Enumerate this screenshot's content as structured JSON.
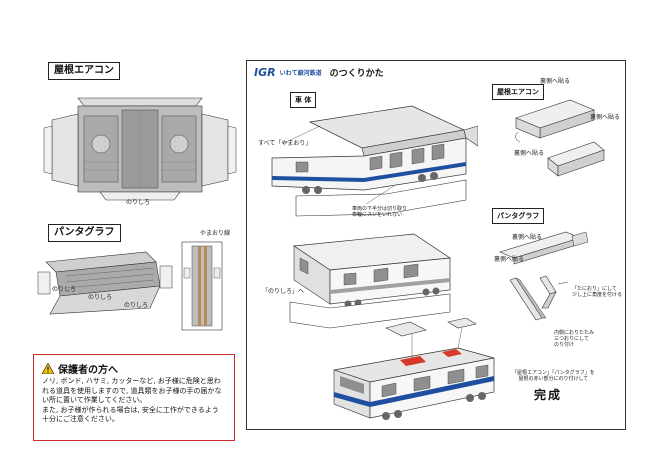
{
  "left_panel": {
    "roof_aircon_title": "屋根エアコン",
    "roof_glue_label": "のりしろ",
    "pantograph_title": "パンタグラフ",
    "panta_glue_1": "のりしろ",
    "panta_glue_2": "のりしろ",
    "panta_glue_3": "のりしろ",
    "yamaori_label": "やまおり線"
  },
  "caution": {
    "title": "保護者の方へ",
    "lines": [
      "ノリ, ボンド, ハサミ, カッターなど, お子様に危険と思わ",
      "れる道具を使用しますので, 道具類をお子様の手の届かな",
      "い所に置いて作業してください。",
      "また, お子様が作られる場合は, 安全に工作ができるよう",
      "十分にご注意ください。"
    ]
  },
  "manual": {
    "logo": "IGR",
    "company": "いわて銀河鉄道",
    "heading": "のつくりかた",
    "body_section": "車 体",
    "roof_section": "屋根エアコン",
    "panta_section": "パンタグラフ",
    "label_yamaori": "すべて「やまおり」",
    "label_slit": "車両の下半分は切り取り\n車輪にスジをいれない",
    "label_norishiro": "「のりしろ」へ",
    "roof_back_1": "裏側へ貼る",
    "roof_back_2": "裏側へ貼る",
    "roof_back_3": "裏側へ貼る",
    "panta_back_1": "裏側へ貼る",
    "panta_back_2": "裏側へ貼る",
    "panta_tanori": "「たにおり」にして\n少し上に角度を付ける",
    "panta_inner": "内側におりたたみ\n三つおりにして\nのり付け",
    "final_note": "「屋根エアコン」「パンタグラフ」を\n屋根の赤い部分にのり付けして",
    "complete": "完成"
  },
  "colors": {
    "caution_border": "#d02a2a",
    "logo_blue": "#1f4fa0",
    "stripe_blue": "#1f4fa0",
    "stripe_gray": "#a0a0a0",
    "roof_red": "#d63a2a",
    "panta_brown": "#b98a55"
  }
}
